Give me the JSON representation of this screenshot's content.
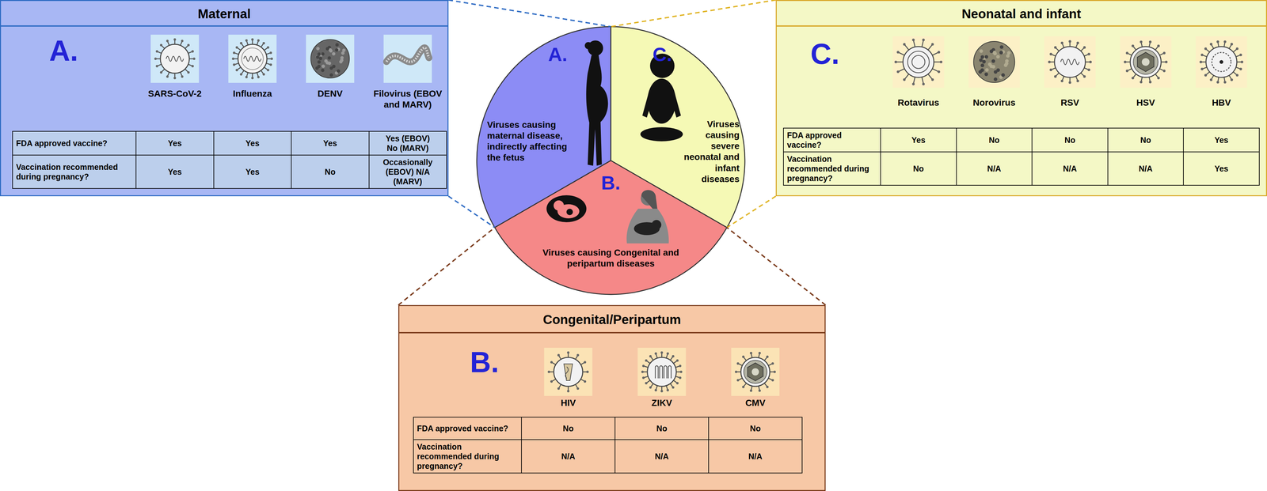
{
  "diagram": {
    "nodes": [
      {
        "text": [
          "Maternal",
          "A."
        ]
      },
      {
        "text": [
          "A.",
          "Viruses causing maternal disease, indirectly affecting the fetus"
        ]
      },
      {
        "text": [
          "C.",
          "Viruses causing severe neonatal and infant diseases"
        ]
      },
      {
        "text": [
          "B.",
          "Viruses causing Congenital and peripartum diseases"
        ]
      },
      {
        "text": [
          "Neonatal and infant",
          "C."
        ]
      },
      {
        "text": [
          "Congenital/Peripartum",
          "B."
        ]
      }
    ],
    "edges": [
      {
        "from": 0,
        "to": 1,
        "arrow": "none"
      },
      {
        "from": 4,
        "to": 2,
        "arrow": "none"
      },
      {
        "from": 5,
        "to": 3,
        "arrow": "none"
      }
    ],
    "labels": [
      "SARS-CoV-2",
      "Influenza",
      "DENV",
      "Filovirus (EBOV and MARV)",
      "FDA approved vaccine?",
      "Yes",
      "Yes",
      "Yes",
      "Yes (EBOV) No (MARV)",
      "Vaccination recommended during pregnancy?",
      "Yes",
      "Yes",
      "No",
      "Occasionally (EBOV) N/A (MARV)",
      "Rotavirus",
      "Norovirus",
      "RSV",
      "HSV",
      "HBV",
      "FDA approved vaccine?",
      "Yes",
      "No",
      "No",
      "No",
      "Yes",
      "Vaccination recommended during pregnancy?",
      "No",
      "N/A",
      "N/A",
      "N/A",
      "Yes",
      "HIV",
      "ZIKV",
      "CMV",
      "FDA approved vaccine?",
      "No",
      "No",
      "No",
      "Vaccination recommended during pregnancy?",
      "N/A",
      "N/A",
      "N/A"
    ]
  }
}
